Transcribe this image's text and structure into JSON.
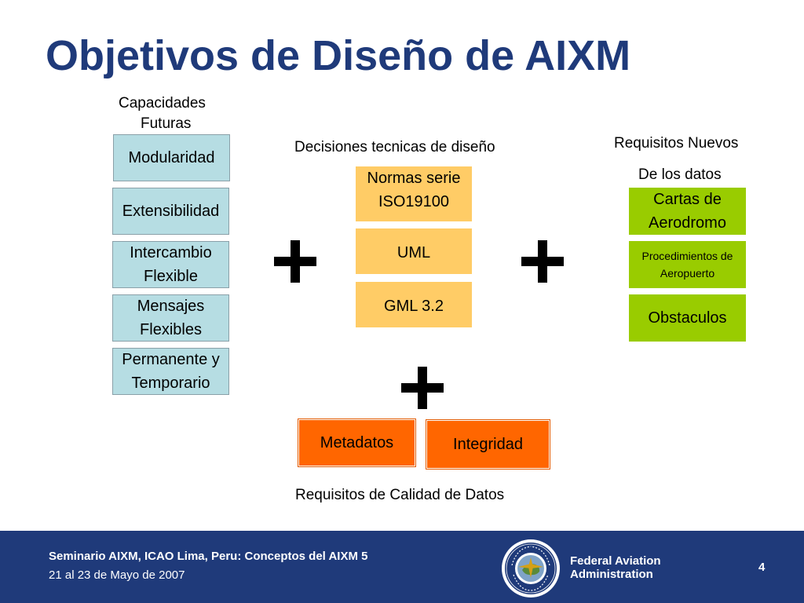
{
  "slide": {
    "title": "Objetivos de Diseño de AIXM"
  },
  "future_capabilities": {
    "heading_line1": "Capacidades",
    "heading_line2": "Futuras",
    "items": [
      {
        "line1": "Modularidad",
        "line2": ""
      },
      {
        "line1": "Extensibilidad",
        "line2": ""
      },
      {
        "line1": "Intercambio",
        "line2": "Flexible"
      },
      {
        "line1": "Mensajes",
        "line2": "Flexibles"
      },
      {
        "line1": "Permanente y",
        "line2": "Temporario"
      }
    ]
  },
  "technical_decisions": {
    "heading": "Decisiones tecnicas de diseño",
    "items": [
      {
        "line1": "Normas serie",
        "line2": "ISO19100"
      },
      {
        "line1": "UML",
        "line2": ""
      },
      {
        "line1": "GML 3.2",
        "line2": ""
      }
    ]
  },
  "new_data_requirements": {
    "heading_line1": "Requisitos Nuevos",
    "heading_line2": "De los datos",
    "items": [
      {
        "line1": "Cartas de",
        "line2": "Aerodromo"
      },
      {
        "line1": "Procedimientos de",
        "line2": "Aeropuerto"
      },
      {
        "line1": "Obstaculos",
        "line2": ""
      }
    ]
  },
  "data_quality": {
    "heading": "Requisitos de Calidad de Datos",
    "items": [
      {
        "label": "Metadatos"
      },
      {
        "label": "Integridad"
      }
    ]
  },
  "footer": {
    "line1": "Seminario AIXM, ICAO Lima, Peru: Conceptos del AIXM 5",
    "line2": "21 al 23 de Mayo de 2007",
    "agency_line1": "Federal Aviation",
    "agency_line2": "Administration",
    "page_number": "4"
  },
  "colors": {
    "title": "#1f3a7a",
    "footer_bg": "#1f3a7a",
    "blue_box": "#b6dde3",
    "yellow_box": "#ffcc66",
    "green_box": "#99cc00",
    "orange_box": "#ff6600"
  },
  "icons": {
    "plus": "plus-icon",
    "seal": "faa-seal-icon"
  }
}
